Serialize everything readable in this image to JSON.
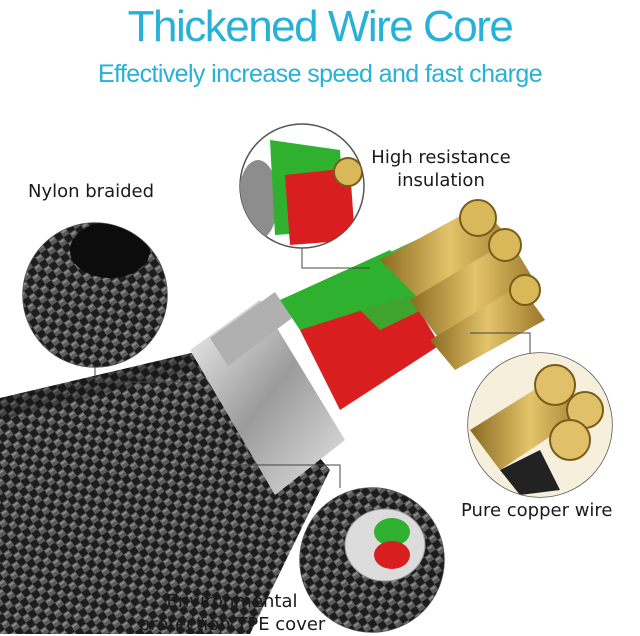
{
  "heading": {
    "title": "Thickened Wire Core",
    "subtitle": "Effectively increase speed and fast charge"
  },
  "labels": {
    "nylon": "Nylon braided",
    "high_line1": "High resistance",
    "high_line2": "insulation",
    "pure": "Pure copper wire",
    "env_line1": "Environmental",
    "env_line2": "protection TPE cover"
  },
  "colors": {
    "accent": "#27b1d6",
    "braid": "#2a2a2a",
    "ring": "#c9c9c9",
    "green_insulation": "#2fb12f",
    "red_insulation": "#d81e1e",
    "copper": "#c9a24a"
  }
}
